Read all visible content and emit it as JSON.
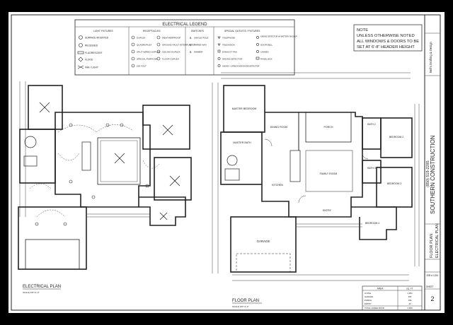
{
  "legend": {
    "title": "ELECTRICAL  LEGEND",
    "columns": [
      "LIGHT FIXTURES",
      "RECEPTACLES",
      "SWITCHES",
      "SPECIAL OUTLETS / FIXTURES"
    ],
    "col1": [
      "SURFACE MOUNTED",
      "RECESSED",
      "FLUORESCENT",
      "FLOOD",
      "FAN / LIGHT"
    ],
    "col2": [
      "DUPLEX",
      "QUADRUPLEX",
      "SPLIT WIRED DUPLEX",
      "SPECIAL PURPOSE",
      "220 VOLT"
    ],
    "col2b": [
      "WEATHERPROOF",
      "GROUND FAULT INTERRUPTER",
      "CEILING DUPLEX",
      "FLOOR DUPLEX"
    ],
    "col3": [
      "SINGLE POLE",
      "THREE-WAY",
      "DIMMER"
    ],
    "col4": [
      "TELEPHONE",
      "TELEVISION",
      "EXHAUST FAN",
      "SMOKE DETECTOR",
      "SMOKE / CARBON MONOXIDE DETECTOR"
    ],
    "col4b": [
      "SMOKE DETECTOR W/ BATTERY BACKUP",
      "DOOR BELL",
      "CHIMES",
      "PANEL BOX"
    ]
  },
  "note": {
    "lines": [
      "NOTE",
      "UNLESS OTHERWISE NOTED",
      "ALL WINDOWS & DOORS TO BE",
      "SET AT 6'-8\" HEADER HEIGHT"
    ]
  },
  "titleblock": {
    "company": "SOUTHERN CONSTRUCTION",
    "phone": "(850) 519-2285",
    "drafting": "Bell's Drafting & Design",
    "sheet_title_1": "FLOOR PLAN",
    "sheet_title_2": "ELECTRICAL PLAN",
    "sheet_label": "SHEET",
    "sheet_number": "2",
    "job_label": "JOB #",
    "job_value": "1234"
  },
  "plans": {
    "electrical_title": "ELECTRICAL  PLAN",
    "electrical_scale": "SCALE 1/8\"=1'-0\"",
    "floor_title": "FLOOR  PLAN",
    "floor_scale": "SCALE 1/8\"=1'-0\""
  },
  "rooms": {
    "master_bedroom": "MASTER BEDROOM",
    "master_bath": "MASTER BATH",
    "dining": "DINING ROOM",
    "porch": "PORCH",
    "kitchen": "KITCHEN",
    "family": "FAMILY ROOM",
    "bedroom2": "BEDROOM 2",
    "bedroom3": "BEDROOM 3",
    "bedroom4": "BEDROOM 4",
    "bath2": "BATH 2",
    "bath3": "BATH 3",
    "entry": "ENTRY",
    "garage": "GARAGE"
  },
  "area_table": {
    "title": "AREA",
    "header_sqft": "SQ. FT.",
    "rows": [
      {
        "label": "LIVING",
        "value": "1,954"
      },
      {
        "label": "GARAGE",
        "value": "465"
      },
      {
        "label": "PORCH",
        "value": "194"
      },
      {
        "label": "ENTRY",
        "value": "46"
      }
    ],
    "total_label": "TOTAL UNDER ROOF",
    "total_value": "2,659"
  }
}
